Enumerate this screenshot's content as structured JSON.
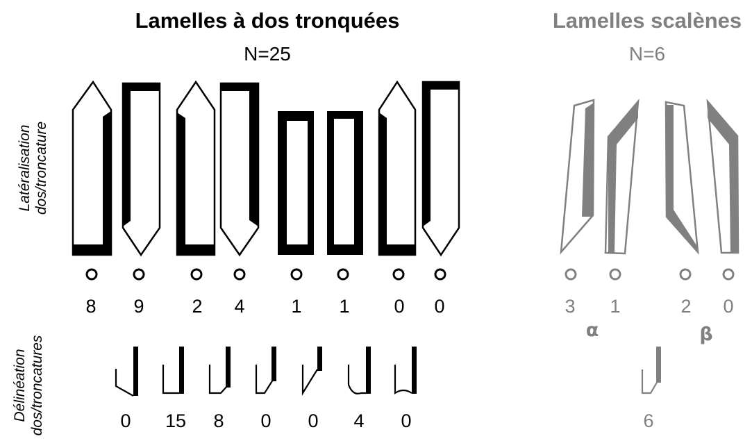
{
  "left_panel": {
    "title": "Lamelles à dos tronquées",
    "subtitle": "N=25",
    "lateralisation_counts": [
      "8",
      "9",
      "2",
      "4",
      "1",
      "1",
      "0",
      "0"
    ],
    "delineation_counts": [
      "0",
      "15",
      "8",
      "0",
      "0",
      "4",
      "0"
    ]
  },
  "right_panel": {
    "title": "Lamelles scalènes",
    "subtitle": "N=6",
    "lateralisation_counts": [
      "3",
      "1",
      "2",
      "0"
    ],
    "group_alpha": "α",
    "group_beta": "β",
    "delineation_count": "6"
  },
  "row_labels": {
    "lateralisation_line1": "Latéralisation",
    "lateralisation_line2": "dos/troncature",
    "delineation_line1": "Délinéation",
    "delineation_line2": "dos/troncatures"
  },
  "colors": {
    "black": "#000000",
    "grey": "#808080"
  }
}
